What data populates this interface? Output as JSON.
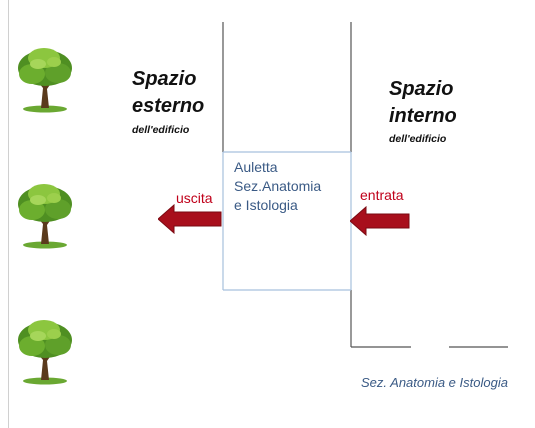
{
  "outside": {
    "title_line1": "Spazio",
    "title_line2": "esterno",
    "subtitle": "dell'edificio"
  },
  "inside": {
    "title_line1": "Spazio",
    "title_line2": "interno",
    "subtitle": "dell'edificio"
  },
  "room": {
    "line1": "Auletta",
    "line2": "Sez.Anatomia",
    "line3": "e Istologia"
  },
  "exit_label": "uscita",
  "entrance_label": "entrata",
  "caption": "Sez. Anatomia e Istologia",
  "colors": {
    "arrow": "#a80f1c",
    "arrow_text": "#c0001a",
    "room_outline": "#a7c0dd",
    "wall": "#555555",
    "label_blue": "#3a5a85"
  }
}
